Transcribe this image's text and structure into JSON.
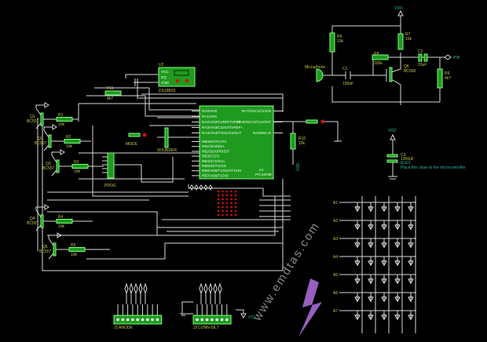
{
  "mcu": {
    "ref": "U1",
    "part": "PIC16F88",
    "left_pins": [
      "RA0/AN0",
      "RA1/AN1",
      "RA2/AN2/CVREF/VREF-",
      "RA3/AN3/C1OUT/VREF+",
      "RA4/AN4/T0CKI/C2OUT",
      "RB0/INT/CCP1",
      "RB1/SDI/SDA",
      "RB2/SDO/RX/DT",
      "RB3/CCP1",
      "RB4/SCK/SCL",
      "RB5/SS/TX/CK",
      "RB6/AN5/T1OSO/T1CKI",
      "RB7/AN6/T1OSI"
    ],
    "right_pins": [
      "RA7/OSC1/CLKIN",
      "RA6/OSC2/CLKOUT",
      "RA5/MCLR"
    ]
  },
  "sensor": {
    "ref": "U2",
    "part": "DS18B20",
    "pins": [
      "VCC",
      "DQ",
      "GND"
    ]
  },
  "transistors": [
    {
      "ref": "Q1",
      "part": "BC557",
      "res_ref": "R1",
      "res_val": "10k"
    },
    {
      "ref": "Q2",
      "part": "BC557",
      "res_ref": "R2",
      "res_val": "10k"
    },
    {
      "ref": "Q3",
      "part": "BC557",
      "res_ref": "R3",
      "res_val": "10k"
    },
    {
      "ref": "Q4",
      "part": "BC557",
      "res_ref": "R4",
      "res_val": "10k"
    },
    {
      "ref": "Q5",
      "part": "BC557",
      "res_ref": "R5",
      "res_val": "10k"
    }
  ],
  "amplifier": {
    "vdd": "VDD",
    "r_bias": {
      "ref": "R6",
      "val": "10k"
    },
    "r_collector": {
      "ref": "R7",
      "val": "10k"
    },
    "r_feedback": {
      "ref": "R8",
      "val": "330k"
    },
    "c_in": {
      "ref": "C1",
      "val": "100nF"
    },
    "transistor": {
      "ref": "Q6",
      "part": "BC550"
    },
    "c_out": {
      "ref": "C2",
      "val": "10uF"
    },
    "r_load": {
      "ref": "R9",
      "val": "4k7"
    },
    "mic": "Microphone",
    "out_label": "PIN"
  },
  "decoupling": {
    "vdd": "VDD",
    "ref": "C3",
    "val": "1000uF",
    "type": "ELEC",
    "note": "Place this close to the microcontroller"
  },
  "misc": {
    "mode_button": "MODE",
    "sounder": "SOUNDER",
    "prog": "PROG",
    "reset_r": {
      "ref": "R10",
      "val": "10k"
    },
    "vdd_label": "VDD",
    "vss_label": "VSS",
    "r11": {
      "ref": "R11",
      "val": "4k7"
    }
  },
  "connectors": [
    {
      "ref": "J1",
      "label": "ANODE"
    },
    {
      "ref": "J2",
      "label": "CONN-SIL7"
    }
  ],
  "matrix_rows": [
    "A1",
    "A2",
    "A3",
    "A4",
    "A5",
    "A6",
    "A7"
  ],
  "watermark": "www.emdtas.com",
  "colors": {
    "background": "#000000",
    "component": "#1f9a1f",
    "wire": "#d8d8d8",
    "label": "#c8c850",
    "net": "#2fb5a0",
    "led": "#d01010"
  }
}
